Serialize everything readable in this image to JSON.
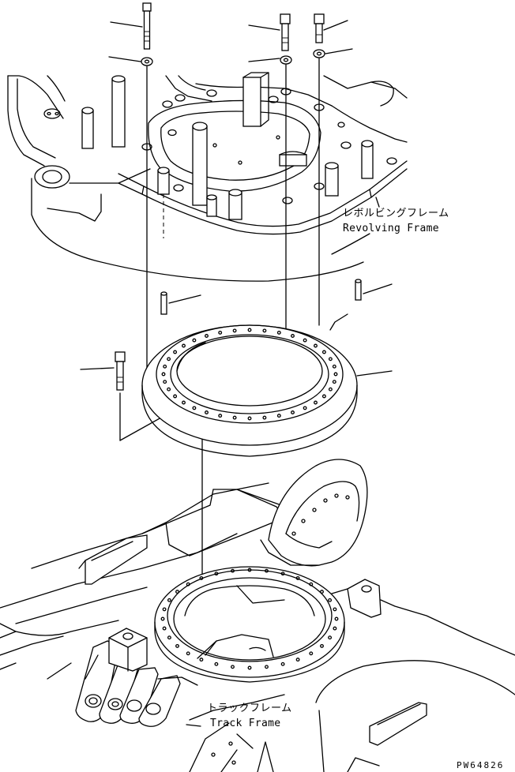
{
  "labels": {
    "revolving_frame_jp": "レボルビングフレーム",
    "revolving_frame_en": "Revolving Frame",
    "track_frame_jp": "トラックフレーム",
    "track_frame_en": "Track Frame",
    "drawing_code": "PW64826"
  }
}
